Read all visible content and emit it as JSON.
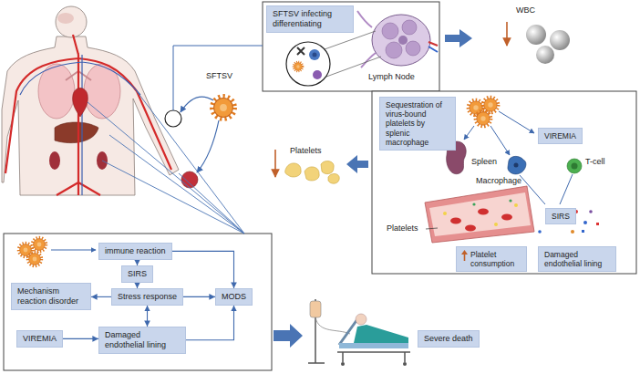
{
  "diagram": {
    "nodes": [
      {
        "text": [
          "SFTSV infecting differentiating"
        ]
      },
      {
        "text": [
          "Sequestration of virus-bound platelets by splenic macrophage"
        ]
      },
      {
        "text": [
          "VIREMIA"
        ]
      },
      {
        "text": [
          "SIRS"
        ]
      },
      {
        "text": [
          "Platelet consumption"
        ]
      },
      {
        "text": [
          "Damaged endothelial lining"
        ]
      },
      {
        "text": [
          "immune reaction"
        ]
      },
      {
        "text": [
          "SIRS"
        ]
      },
      {
        "text": [
          "Stress response"
        ]
      },
      {
        "text": [
          "Mechanism reaction disorder"
        ]
      },
      {
        "text": [
          "MODS"
        ]
      },
      {
        "text": [
          "VIREMIA"
        ]
      },
      {
        "text": [
          "Damaged endothelial lining"
        ]
      },
      {
        "text": [
          "Severe death"
        ]
      }
    ],
    "edges": [
      {
        "from": 6,
        "to": 7,
        "arrow": "to"
      },
      {
        "from": 6,
        "to": 10,
        "arrow": "to"
      },
      {
        "from": 7,
        "to": 8,
        "arrow": "to"
      },
      {
        "from": 8,
        "to": 9,
        "arrow": "to"
      },
      {
        "from": 8,
        "to": 10,
        "arrow": "to"
      },
      {
        "from": 8,
        "to": 12,
        "arrow": "both"
      },
      {
        "from": 11,
        "to": 12,
        "arrow": "to"
      },
      {
        "from": 12,
        "to": 10,
        "arrow": "to"
      }
    ],
    "labels": [
      "Lymph Node",
      "WBC",
      "SFTSV",
      "Platelets",
      "Spleen",
      "Macrophage",
      "T-cell",
      "Platelets"
    ]
  }
}
